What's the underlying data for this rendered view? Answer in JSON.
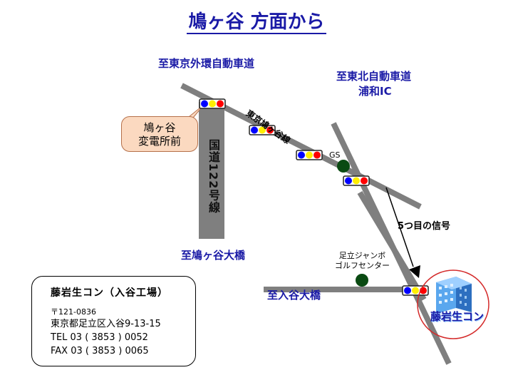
{
  "title": "鳩ヶ谷 方面から",
  "destinations": {
    "gaikan": "至東京外環自動車道",
    "tohoku": "至東北自動車道",
    "urawa_ic": "浦和IC",
    "hatogaya_ohashi": "至鳩ヶ谷大橋",
    "iriya_ohashi": "至入谷大橋"
  },
  "route_label": "国道122号線",
  "route_diag_label": "東京鳩ヶ谷線",
  "callout": {
    "line1": "鳩ヶ谷",
    "line2": "変電所前"
  },
  "gs_label": "GS",
  "golf_label": {
    "line1": "足立ジャンボ",
    "line2": "ゴルフセンター"
  },
  "signal_note": "5つ目の信号",
  "company": {
    "name": "藤岩生コン（入谷工場）",
    "zip": "〒121-0836",
    "address": "東京都足立区入谷9-13-15",
    "tel": "TEL 03 ( 3853 ) 0052",
    "fax": "FAX 03 ( 3853 ) 0065"
  },
  "destination_logo": "藤岩生コン",
  "colors": {
    "title": "#1a1aa6",
    "road": "#7f7f7f",
    "signal_red": "#ff0000",
    "signal_yellow": "#ffee00",
    "signal_blue": "#0000ff",
    "landmark": "#0a4a12",
    "destination_ring": "#d42a2a"
  },
  "icons": [
    "traffic-signal-icon",
    "gas-station-icon",
    "golf-center-icon",
    "building-icon",
    "arrow-down-icon"
  ]
}
